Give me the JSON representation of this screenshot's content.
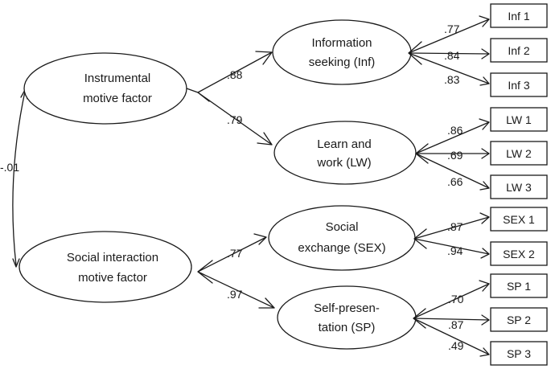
{
  "diagram": {
    "latent": {
      "instrumental": {
        "line1": "Instrumental",
        "line2": "motive factor"
      },
      "social": {
        "line1": "Social interaction",
        "line2": "motive factor"
      }
    },
    "correlation": "-.01",
    "first_order": [
      {
        "id": "inf",
        "line1": "Information",
        "line2": "seeking (Inf)",
        "path_coef": ".88",
        "indicators": [
          {
            "label": "Inf 1",
            "loading": ".77"
          },
          {
            "label": "Inf 2",
            "loading": ".84"
          },
          {
            "label": "Inf 3",
            "loading": ".83"
          }
        ]
      },
      {
        "id": "lw",
        "line1": "Learn and",
        "line2": "work (LW)",
        "path_coef": ".79",
        "indicators": [
          {
            "label": "LW 1",
            "loading": ".86"
          },
          {
            "label": "LW 2",
            "loading": ".69"
          },
          {
            "label": "LW 3",
            "loading": ".66"
          }
        ]
      },
      {
        "id": "sex",
        "line1": "Social",
        "line2": "exchange (SEX)",
        "path_coef": ".77",
        "indicators": [
          {
            "label": "SEX 1",
            "loading": ".87"
          },
          {
            "label": "SEX 2",
            "loading": ".94"
          }
        ]
      },
      {
        "id": "sp",
        "line1": "Self-presen-",
        "line2": "tation (SP)",
        "path_coef": ".97",
        "indicators": [
          {
            "label": "SP 1",
            "loading": ".70"
          },
          {
            "label": "SP 2",
            "loading": ".87"
          },
          {
            "label": "SP 3",
            "loading": ".49"
          }
        ]
      }
    ]
  }
}
